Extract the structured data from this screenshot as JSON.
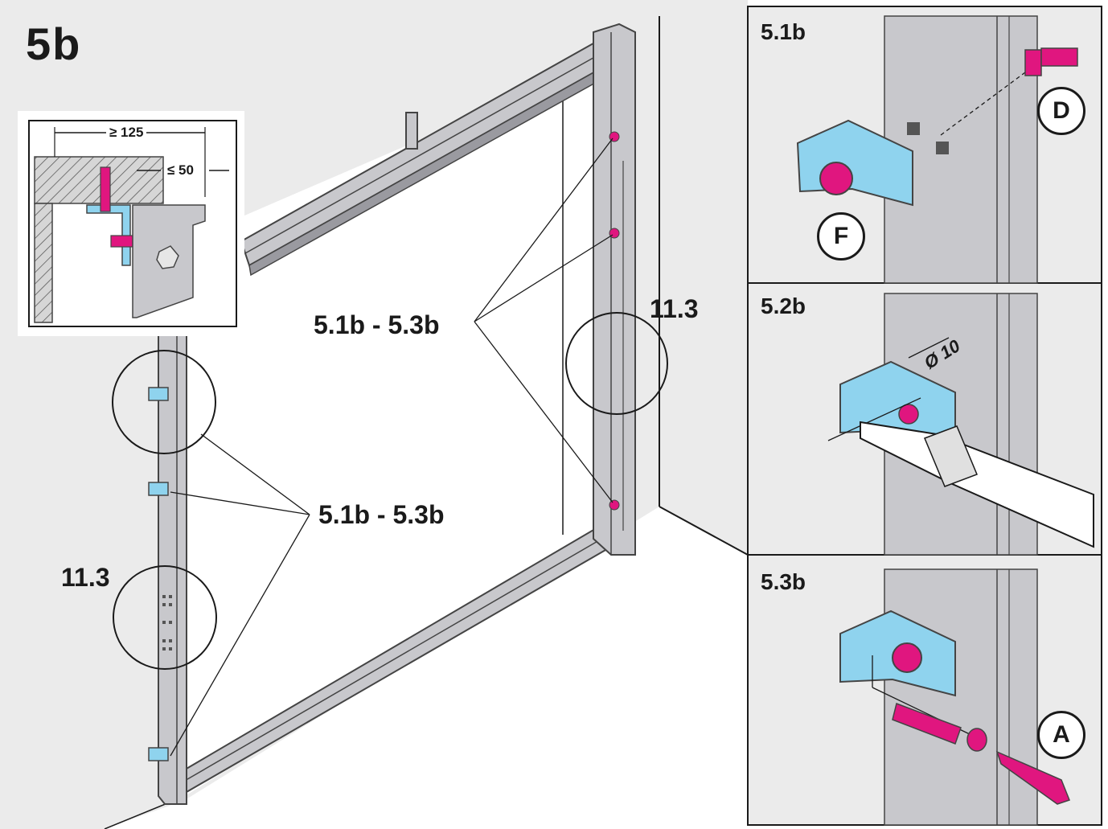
{
  "main": {
    "title": "5b",
    "ref_upper": "5.1b - 5.3b",
    "ref_lower": "5.1b - 5.3b",
    "ref_right": "11.3",
    "ref_left": "11.3"
  },
  "inset": {
    "dim_width": "≥ 125",
    "dim_offset": "≤ 50"
  },
  "panels": [
    {
      "title": "5.1b",
      "parts": [
        "D",
        "F"
      ]
    },
    {
      "title": "5.2b",
      "drill": "Ø 10"
    },
    {
      "title": "5.3b",
      "parts": [
        "A"
      ]
    }
  ],
  "colors": {
    "frame_metal": "#c8c8cc",
    "frame_edge": "#444444",
    "bracket": "#8fd3ee",
    "hardware": "#e0167f",
    "wall": "#f0f0f0",
    "background": "#ebebeb"
  }
}
